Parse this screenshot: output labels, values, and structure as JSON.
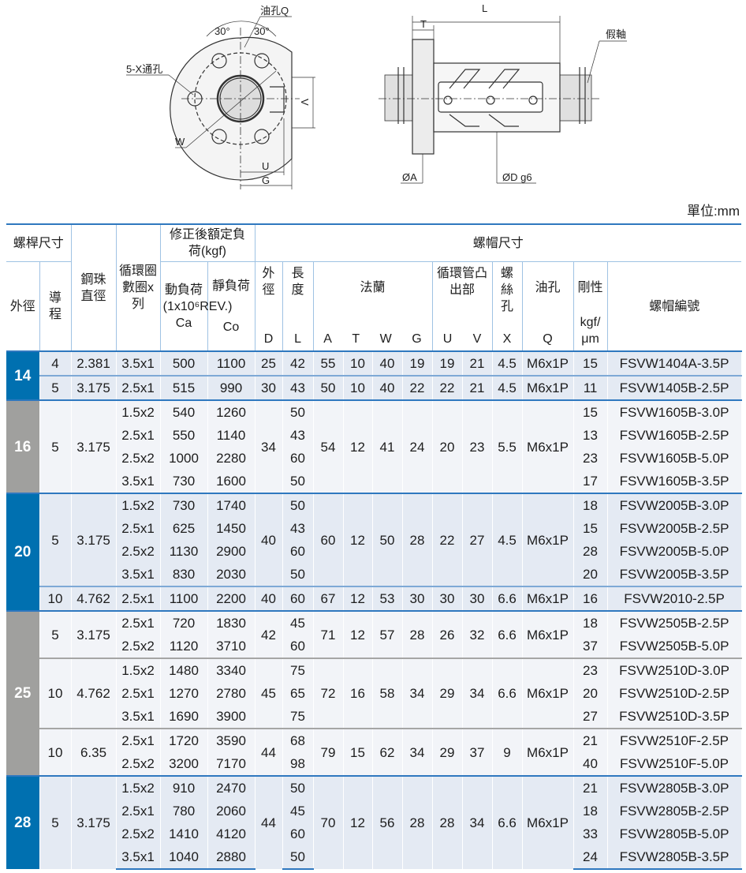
{
  "diagram": {
    "oil_hole": "油孔Q",
    "angle_left": "30°",
    "angle_right": "30°",
    "through_hole": "5-X通孔",
    "w": "W",
    "v": "V",
    "u": "U",
    "g": "G",
    "l": "L",
    "t": "T",
    "dummy_shaft": "假軸",
    "dia_a": "ØA",
    "dia_d": "ØD g6"
  },
  "unit": "單位:mm",
  "header": {
    "screw_size": "螺桿尺寸",
    "ball_dia": "鋼珠直徑",
    "circuits": "循環圈數圈x列",
    "load_rating": "修正後額定負荷(kgf)",
    "nut_size": "螺帽尺寸",
    "od": "外徑",
    "lead": "導程",
    "dyn_load": "動負荷(1x10⁶REV.)",
    "dyn_sym": "Ca",
    "static_load": "靜負荷",
    "static_sym": "Co",
    "d_label": "外徑",
    "d_sym": "D",
    "l_label": "長度",
    "l_sym": "L",
    "flange": "法蘭",
    "flange_syms": [
      "A",
      "T",
      "W",
      "G"
    ],
    "return_tube": "循環管凸出部",
    "tube_syms": [
      "U",
      "V"
    ],
    "bolt_hole": "螺絲孔",
    "bolt_sym": "X",
    "oil_hole": "油孔",
    "oil_sym": "Q",
    "rigidity": "剛性",
    "rigidity_unit": "kgf/μm",
    "nut_code": "螺帽編號"
  },
  "blocks": [
    {
      "od": "14",
      "sections": [
        {
          "lead": "4",
          "ball": "2.381",
          "D": "25",
          "A": "55",
          "T": "10",
          "W": "40",
          "G": "19",
          "U": "19",
          "V": "21",
          "X": "4.5",
          "Q": "M6x1P",
          "rows": [
            {
              "turns": "3.5x1",
              "Ca": "500",
              "Co": "1100",
              "L": "42",
              "rig": "15",
              "code": "FSVW1404A-3.5P"
            }
          ]
        },
        {
          "lead": "5",
          "ball": "3.175",
          "D": "30",
          "A": "50",
          "T": "10",
          "W": "40",
          "G": "22",
          "U": "22",
          "V": "21",
          "X": "4.5",
          "Q": "M6x1P",
          "rows": [
            {
              "turns": "2.5x1",
              "Ca": "515",
              "Co": "990",
              "L": "43",
              "rig": "11",
              "code": "FSVW1405B-2.5P"
            }
          ]
        }
      ]
    },
    {
      "od": "16",
      "sections": [
        {
          "lead": "5",
          "ball": "3.175",
          "D": "34",
          "A": "54",
          "T": "12",
          "W": "41",
          "G": "24",
          "U": "20",
          "V": "23",
          "X": "5.5",
          "Q": "M6x1P",
          "rows": [
            {
              "turns": "1.5x2",
              "Ca": "540",
              "Co": "1260",
              "L": "50",
              "rig": "15",
              "code": "FSVW1605B-3.0P"
            },
            {
              "turns": "2.5x1",
              "Ca": "550",
              "Co": "1140",
              "L": "43",
              "rig": "13",
              "code": "FSVW1605B-2.5P"
            },
            {
              "turns": "2.5x2",
              "Ca": "1000",
              "Co": "2280",
              "L": "60",
              "rig": "23",
              "code": "FSVW1605B-5.0P"
            },
            {
              "turns": "3.5x1",
              "Ca": "730",
              "Co": "1600",
              "L": "50",
              "rig": "17",
              "code": "FSVW1605B-3.5P"
            }
          ]
        }
      ]
    },
    {
      "od": "20",
      "sections": [
        {
          "lead": "5",
          "ball": "3.175",
          "D": "40",
          "A": "60",
          "T": "12",
          "W": "50",
          "G": "28",
          "U": "22",
          "V": "27",
          "X": "4.5",
          "Q": "M6x1P",
          "rows": [
            {
              "turns": "1.5x2",
              "Ca": "730",
              "Co": "1740",
              "L": "50",
              "rig": "18",
              "code": "FSVW2005B-3.0P"
            },
            {
              "turns": "2.5x1",
              "Ca": "625",
              "Co": "1450",
              "L": "43",
              "rig": "15",
              "code": "FSVW2005B-2.5P"
            },
            {
              "turns": "2.5x2",
              "Ca": "1130",
              "Co": "2900",
              "L": "60",
              "rig": "28",
              "code": "FSVW2005B-5.0P"
            },
            {
              "turns": "3.5x1",
              "Ca": "830",
              "Co": "2030",
              "L": "50",
              "rig": "20",
              "code": "FSVW2005B-3.5P"
            }
          ]
        },
        {
          "lead": "10",
          "ball": "4.762",
          "D": "40",
          "A": "67",
          "T": "12",
          "W": "53",
          "G": "30",
          "U": "30",
          "V": "30",
          "X": "6.6",
          "Q": "M6x1P",
          "rows": [
            {
              "turns": "2.5x1",
              "Ca": "1100",
              "Co": "2200",
              "L": "60",
              "rig": "16",
              "code": "FSVW2010-2.5P"
            }
          ]
        }
      ]
    },
    {
      "od": "25",
      "sections": [
        {
          "lead": "5",
          "ball": "3.175",
          "D": "42",
          "A": "71",
          "T": "12",
          "W": "57",
          "G": "28",
          "U": "26",
          "V": "32",
          "X": "6.6",
          "Q": "M6x1P",
          "rows": [
            {
              "turns": "2.5x1",
              "Ca": "720",
              "Co": "1830",
              "L": "45",
              "rig": "18",
              "code": "FSVW2505B-2.5P"
            },
            {
              "turns": "2.5x2",
              "Ca": "1120",
              "Co": "3710",
              "L": "60",
              "rig": "37",
              "code": "FSVW2505B-5.0P"
            }
          ]
        },
        {
          "lead": "10",
          "ball": "4.762",
          "D": "45",
          "A": "72",
          "T": "16",
          "W": "58",
          "G": "34",
          "U": "29",
          "V": "34",
          "X": "6.6",
          "Q": "M6x1P",
          "rows": [
            {
              "turns": "1.5x2",
              "Ca": "1480",
              "Co": "3340",
              "L": "75",
              "rig": "23",
              "code": "FSVW2510D-3.0P"
            },
            {
              "turns": "2.5x1",
              "Ca": "1270",
              "Co": "2780",
              "L": "65",
              "rig": "20",
              "code": "FSVW2510D-2.5P"
            },
            {
              "turns": "3.5x1",
              "Ca": "1690",
              "Co": "3900",
              "L": "75",
              "rig": "27",
              "code": "FSVW2510D-3.5P"
            }
          ]
        },
        {
          "lead": "10",
          "ball": "6.35",
          "D": "44",
          "A": "79",
          "T": "15",
          "W": "62",
          "G": "34",
          "U": "29",
          "V": "37",
          "X": "9",
          "Q": "M6x1P",
          "rows": [
            {
              "turns": "2.5x1",
              "Ca": "1720",
              "Co": "3590",
              "L": "68",
              "rig": "21",
              "code": "FSVW2510F-2.5P"
            },
            {
              "turns": "2.5x2",
              "Ca": "3200",
              "Co": "7170",
              "L": "98",
              "rig": "40",
              "code": "FSVW2510F-5.0P"
            }
          ]
        }
      ]
    },
    {
      "od": "28",
      "sections": [
        {
          "lead": "5",
          "ball": "3.175",
          "D": "44",
          "A": "70",
          "T": "12",
          "W": "56",
          "G": "28",
          "U": "28",
          "V": "34",
          "X": "6.6",
          "Q": "M6x1P",
          "rows": [
            {
              "turns": "1.5x2",
              "Ca": "910",
              "Co": "2470",
              "L": "50",
              "rig": "21",
              "code": "FSVW2805B-3.0P"
            },
            {
              "turns": "2.5x1",
              "Ca": "780",
              "Co": "2060",
              "L": "45",
              "rig": "18",
              "code": "FSVW2805B-2.5P"
            },
            {
              "turns": "2.5x2",
              "Ca": "1410",
              "Co": "4120",
              "L": "60",
              "rig": "33",
              "code": "FSVW2805B-5.0P"
            },
            {
              "turns": "3.5x1",
              "Ca": "1040",
              "Co": "2880",
              "L": "50",
              "rig": "24",
              "code": "FSVW2805B-3.5P"
            }
          ]
        }
      ]
    }
  ]
}
